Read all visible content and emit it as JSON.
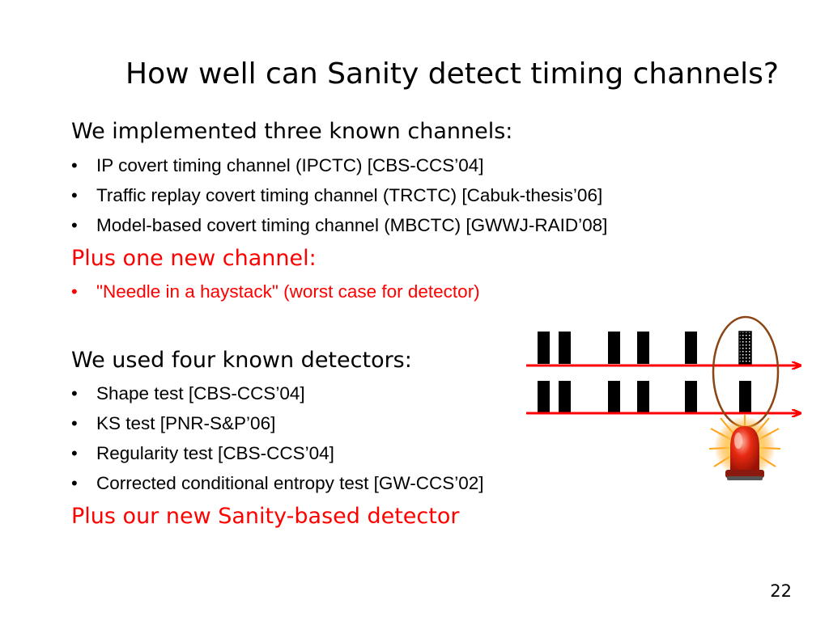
{
  "slide": {
    "title": "How well can Sanity detect timing channels?",
    "channels_heading": "We implemented three known channels:",
    "channels": [
      "IP covert timing channel (IPCTC) [CBS-CCS’04]",
      "Traffic replay covert timing channel (TRCTC) [Cabuk-thesis’06]",
      "Model-based covert timing channel (MBCTC) [GWWJ-RAID’08]"
    ],
    "new_channel_heading": "Plus one new channel:",
    "new_channel": "\"Needle in a haystack\" (worst case for detector)",
    "detectors_heading": "We used four known detectors:",
    "detectors": [
      "Shape test [CBS-CCS’04]",
      "KS test [PNR-S&P’06]",
      "Regularity test [CBS-CCS’04]",
      "Corrected conditional entropy test [GW-CCS’02]"
    ],
    "new_detector": "Plus our new Sanity-based detector",
    "page_number": "22",
    "bullet_glyph": "•"
  },
  "colors": {
    "text": "#000000",
    "highlight": "#ff0000",
    "arrow": "#ff0000",
    "circle": "#8b4513",
    "background": "#ffffff"
  },
  "icons": {
    "diagram": "timing-packet-streams",
    "alarm": "alarm-siren-icon"
  }
}
